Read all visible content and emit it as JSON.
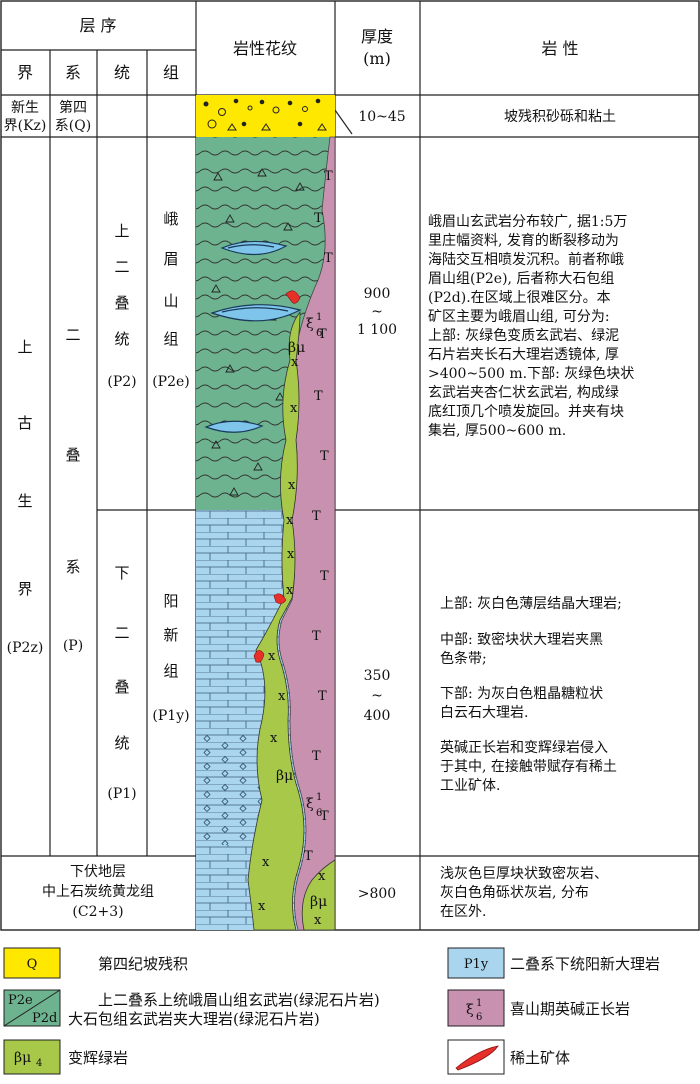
{
  "header": {
    "sequence": "层 序",
    "erathem": "界",
    "system": "系",
    "series": "统",
    "formation": "组",
    "pattern": "岩性花纹",
    "thickness": "厚度",
    "thickness_unit": "(m)",
    "lithology": "岩 性"
  },
  "rows": {
    "quaternary": {
      "erathem_1": "新生",
      "erathem_2": "界(Kz)",
      "system_1": "第四",
      "system_2": "系(Q)",
      "thickness": "10~45",
      "lithology": "坡残积砂砾和粘土"
    },
    "paleozoic": {
      "erathem_chars": [
        "上",
        "古",
        "生",
        "界"
      ],
      "erathem_code": "(P2z)",
      "system_chars": [
        "二",
        "叠",
        "系"
      ],
      "system_code": "(P)"
    },
    "emei": {
      "series_chars": [
        "上",
        "二",
        "叠",
        "统"
      ],
      "series_code": "(P2)",
      "formation_chars": [
        "峨",
        "眉",
        "山",
        "组"
      ],
      "formation_code": "(P2e)",
      "thickness_top": "900",
      "thickness_mid": "~",
      "thickness_bottom": "1 100",
      "lithology_lines": [
        "峨眉山玄武岩分布较广, 据1:5万",
        "里庄幅资料, 发育的断裂移动为",
        "海陆交互相喷发沉积。前者称峨",
        "眉山组(P2e), 后者称大石包组",
        "(P2d).在区域上很难区分。本",
        "矿区主要为峨眉山组, 可分为:",
        "上部: 灰绿色变质玄武岩、绿泥",
        "石片岩夹长石大理岩透镜体, 厚",
        ">400~500 m.下部: 灰绿色块状",
        "玄武岩夹杏仁状玄武岩, 构成绿",
        "底红顶几个喷发旋回。并夹有块",
        "集岩, 厚500~600 m."
      ]
    },
    "yangxin": {
      "series_chars": [
        "下",
        "二",
        "叠",
        "统"
      ],
      "series_code": "(P1)",
      "formation_chars": [
        "阳",
        "新",
        "组"
      ],
      "formation_code": "(P1y)",
      "thickness_top": "350",
      "thickness_mid": "~",
      "thickness_bottom": "400",
      "lithology_lines": [
        "上部: 灰白色薄层结晶大理岩;",
        "",
        "中部: 致密块状大理岩夹黑",
        "色条带;",
        "",
        "下部: 为灰白色粗晶糖粒状",
        "白云石大理岩.",
        "",
        "英碱正长岩和变辉绿岩侵入",
        "于其中, 在接触带赋存有稀土",
        "工业矿体."
      ]
    },
    "underlying": {
      "label_1": "下伏地层",
      "label_2": "中上石炭统黄龙组",
      "label_3": "(C2+3)",
      "thickness": ">800",
      "lithology_lines": [
        "浅灰色巨厚块状致密灰岩、",
        "灰白色角砾状灰岩, 分布",
        "在区外."
      ]
    }
  },
  "pattern_labels": {
    "xi_main": "ξ",
    "xi_sup": "1",
    "xi_sub": "6",
    "beta_mu": "βμ",
    "x": "x",
    "t": "T"
  },
  "legend": [
    {
      "symbol": "Q",
      "label": "第四纪坡残积"
    },
    {
      "symbol": "P1y",
      "label": "二叠系下统阳新大理岩"
    },
    {
      "symbol": "P2e / P2d",
      "label": "上二叠系上统峨眉山组玄武岩(绿泥石片岩)",
      "label_2": "大石包组玄武岩夹大理岩(绿泥石片岩)"
    },
    {
      "symbol": "ξ16",
      "label": "喜山期英碱正长岩"
    },
    {
      "symbol": "βμ4",
      "label": "变辉绿岩"
    },
    {
      "symbol": "ore",
      "label": "稀土矿体"
    }
  ],
  "colors": {
    "quaternary": "#ffe800",
    "emei_green": "#6db38f",
    "marble_blue": "#a9d6ee",
    "diabase": "#a8c84a",
    "syenite": "#c991b0",
    "ore": "#e8302a",
    "lens": "#7fc4ea"
  }
}
